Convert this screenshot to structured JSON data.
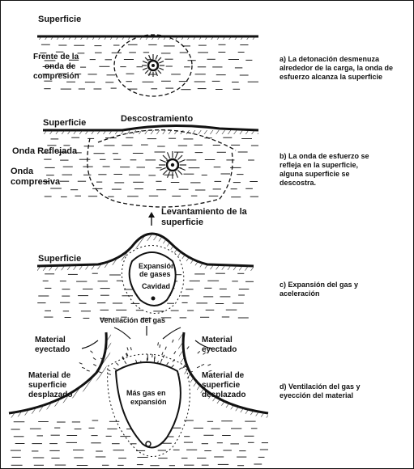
{
  "panels": [
    {
      "id": "a",
      "labels": {
        "surface": "Superficie",
        "front_line1": "Frente de la",
        "front_line2": "onda de",
        "front_line3": "compresión"
      },
      "caption": [
        "a) La detonación desmenuza",
        "alrededor de la carga, la onda de",
        "esfuerzo alcanza la superficie"
      ]
    },
    {
      "id": "b",
      "labels": {
        "surface": "Superficie",
        "spalling": "Descostramiento",
        "reflected_wave": "Onda Reflejada",
        "compressive_line1": "Onda",
        "compressive_line2": "compresiva"
      },
      "caption": [
        "b) La onda de esfuerzo se",
        "refleja en la superficie,",
        "alguna superficie se",
        "descostra."
      ]
    },
    {
      "id": "c",
      "labels": {
        "uplift_line1": "Levantamiento de la",
        "uplift_line2": "superficie",
        "surface": "Superficie",
        "gas_line1": "Expansión",
        "gas_line2": "de gases",
        "cavity": "Cavidad"
      },
      "caption": [
        "c) Expansión del gas y",
        "aceleración"
      ]
    },
    {
      "id": "d",
      "labels": {
        "venting": "Ventilación del gas",
        "ejected_left_1": "Material",
        "ejected_left_2": "eyectado",
        "ejected_right_1": "Material",
        "ejected_right_2": "eyectado",
        "displaced_left_1": "Material de",
        "displaced_left_2": "superficie",
        "displaced_left_3": "desplazado",
        "displaced_right_1": "Material de",
        "displaced_right_2": "superficie",
        "displaced_right_3": "desplazado",
        "more_gas_1": "Más gas en",
        "more_gas_2": "expansión"
      },
      "caption": [
        "d) Ventilación del gas y",
        "eyección del material"
      ]
    }
  ]
}
